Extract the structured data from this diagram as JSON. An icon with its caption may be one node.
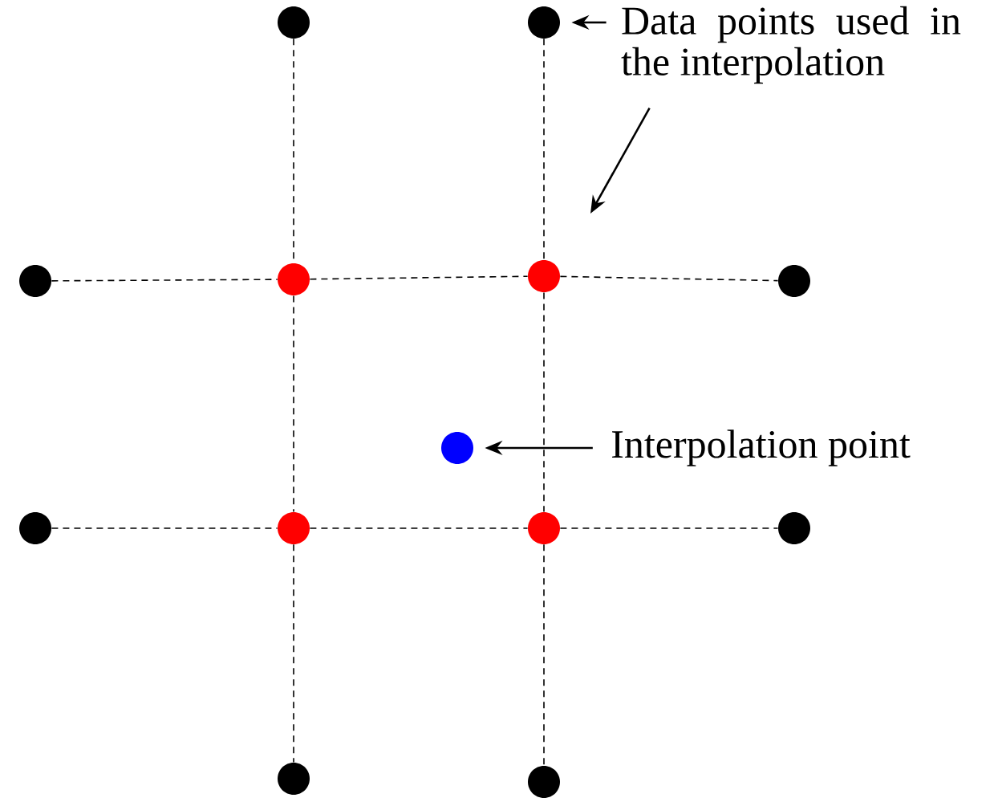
{
  "diagram": {
    "nodes": [
      {
        "text": [],
        "shape": "circle"
      },
      {
        "text": [],
        "shape": "circle"
      },
      {
        "text": [
          "Data points used in the interpolation"
        ]
      },
      {
        "text": [],
        "shape": "circle"
      },
      {
        "text": [],
        "shape": "circle"
      },
      {
        "text": [],
        "shape": "circle"
      },
      {
        "text": [],
        "shape": "circle"
      },
      {
        "text": [],
        "shape": "circle"
      },
      {
        "text": [
          "Interpolation point"
        ]
      },
      {
        "text": [],
        "shape": "circle"
      },
      {
        "text": [],
        "shape": "circle"
      },
      {
        "text": [],
        "shape": "circle"
      },
      {
        "text": [],
        "shape": "circle"
      },
      {
        "text": [],
        "shape": "circle"
      },
      {
        "text": [],
        "shape": "circle"
      }
    ],
    "edges": [
      {
        "from": 0,
        "to": 4,
        "arrow": "none",
        "style": "dashed"
      },
      {
        "from": 4,
        "to": 10,
        "arrow": "none",
        "style": "dashed"
      },
      {
        "from": 10,
        "to": 13,
        "arrow": "none",
        "style": "dashed"
      },
      {
        "from": 1,
        "to": 5,
        "arrow": "none",
        "style": "dashed"
      },
      {
        "from": 5,
        "to": 11,
        "arrow": "none",
        "style": "dashed"
      },
      {
        "from": 11,
        "to": 14,
        "arrow": "none",
        "style": "dashed"
      },
      {
        "from": 3,
        "to": 4,
        "arrow": "none",
        "style": "dashed"
      },
      {
        "from": 4,
        "to": 5,
        "arrow": "none",
        "style": "dashed"
      },
      {
        "from": 5,
        "to": 6,
        "arrow": "none",
        "style": "dashed"
      },
      {
        "from": 9,
        "to": 10,
        "arrow": "none",
        "style": "dashed"
      },
      {
        "from": 10,
        "to": 11,
        "arrow": "none",
        "style": "dashed"
      },
      {
        "from": 11,
        "to": 12,
        "arrow": "none",
        "style": "dashed"
      },
      {
        "from": 2,
        "to": 1,
        "arrow": "to"
      },
      {
        "from": 2,
        "to": null,
        "arrow": "to"
      },
      {
        "from": 8,
        "to": 7,
        "arrow": "to"
      }
    ]
  }
}
